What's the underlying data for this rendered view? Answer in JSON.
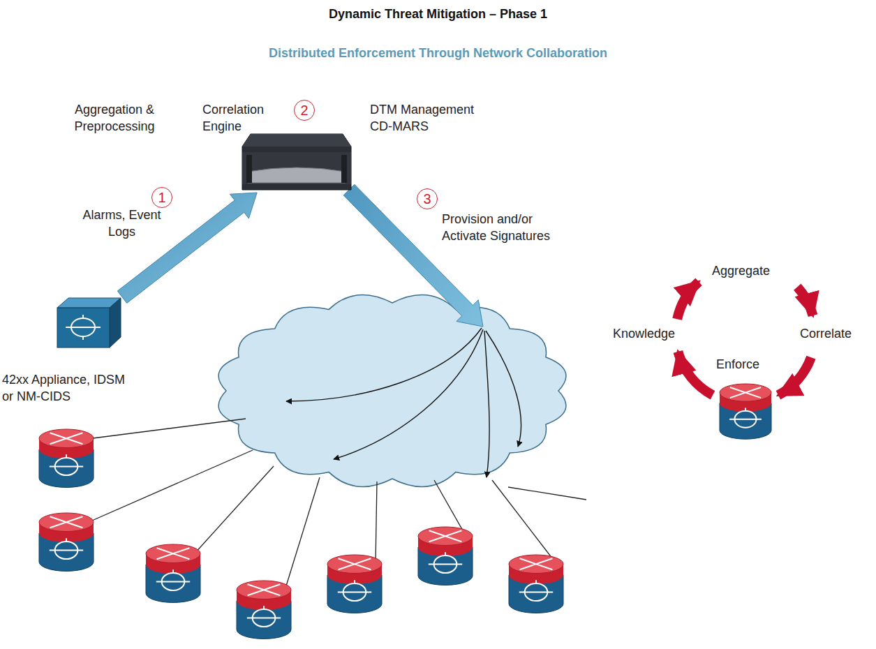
{
  "diagram": {
    "title": "Dynamic Threat Mitigation – Phase 1",
    "nodes": [
      {
        "text": [
          "Correlation Engine",
          "DTM Management CD-MARS"
        ]
      },
      {
        "text": [
          "42xx Appliance, IDSM or NM-CIDS"
        ]
      }
    ],
    "edges": [
      {
        "from": 1,
        "to": 0,
        "label": "Alarms, Event Logs",
        "arrow": "to"
      }
    ],
    "labels": [
      "Distributed Enforcement Through Network Collaboration",
      "Aggregation & Preprocessing",
      "2",
      "1",
      "3",
      "Provision and/or Activate Signatures",
      "Aggregate",
      "Correlate",
      "Enforce",
      "Knowledge"
    ]
  }
}
